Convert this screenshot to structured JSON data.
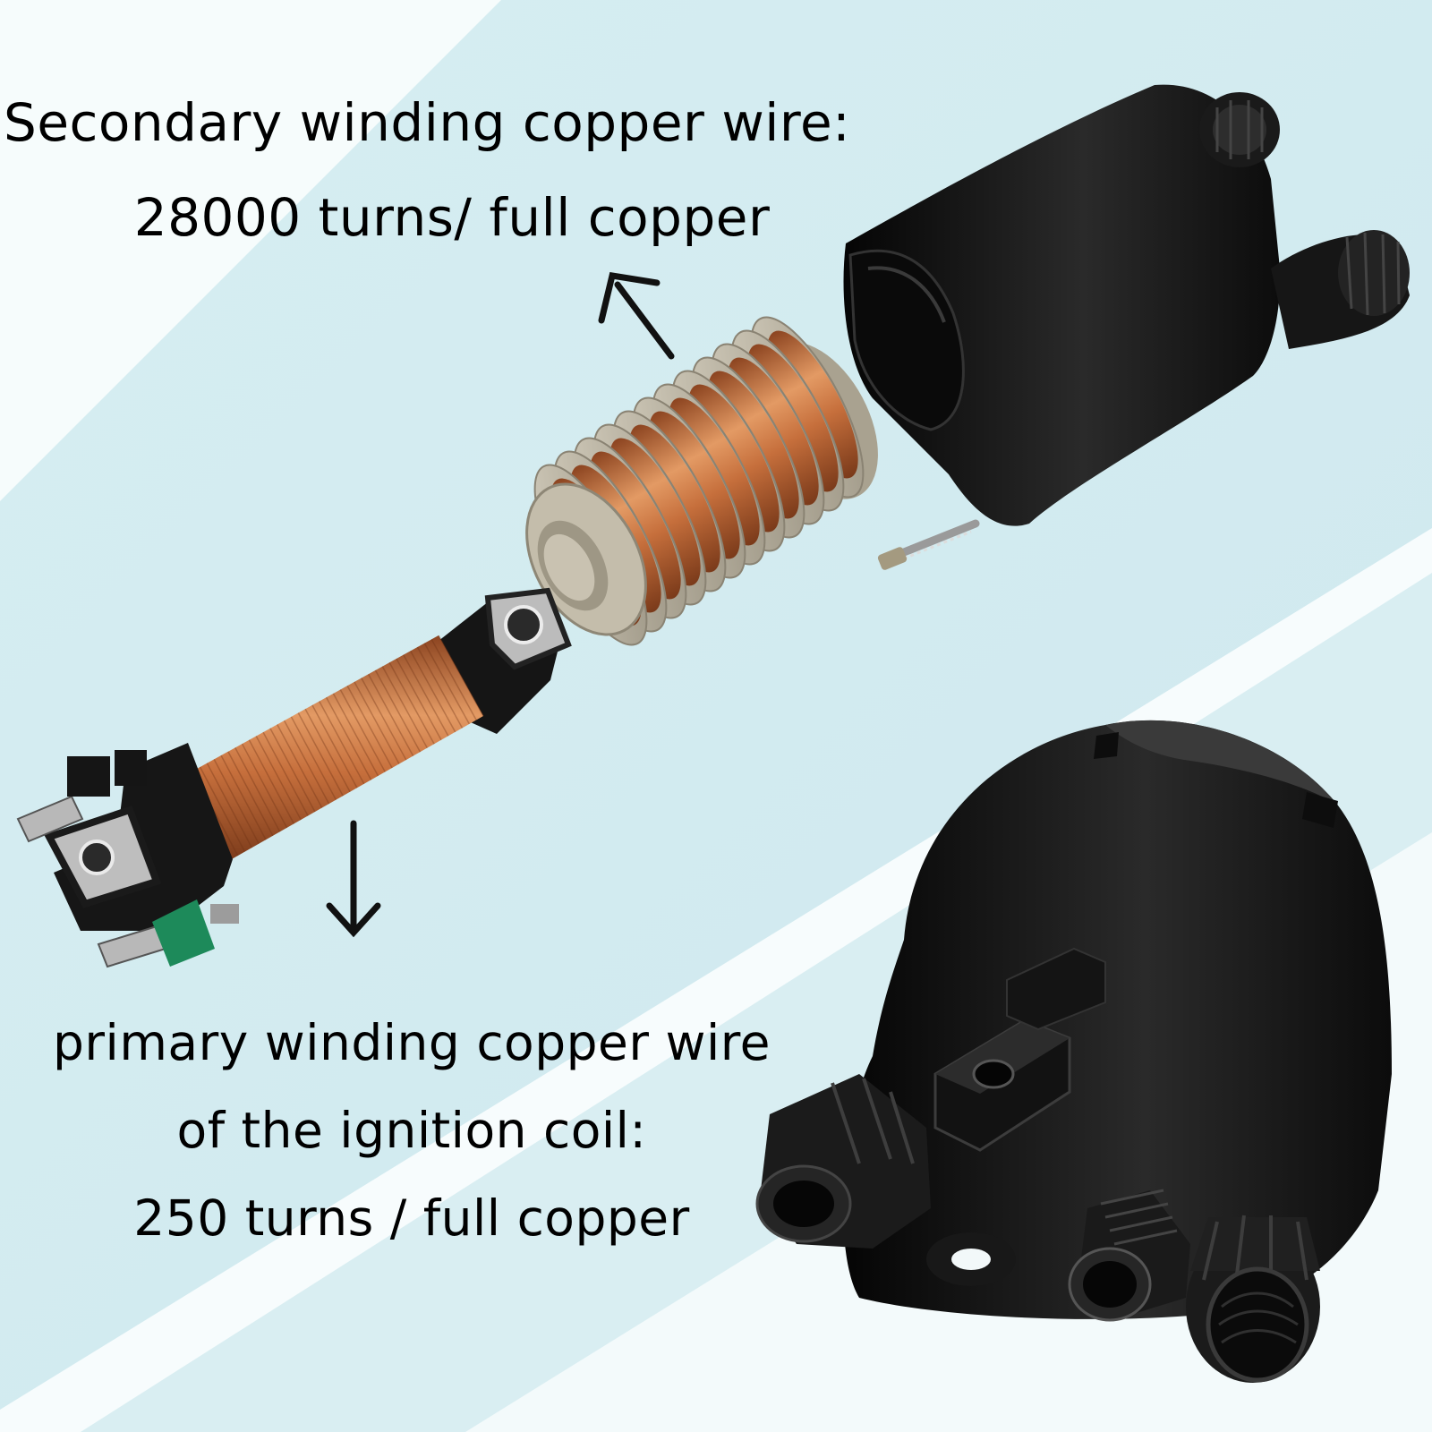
{
  "captions": {
    "secondary_line1": "Secondary winding copper wire:",
    "secondary_line2": "28000 turns/ full copper",
    "primary_line1": "primary winding copper wire",
    "primary_line2": "of the ignition coil:",
    "primary_line3": "250 turns / full copper"
  },
  "colors": {
    "background_light": "#f4fbfb",
    "background_blue": "#d4ecf0",
    "copper": "#c66f3c",
    "bobbin_gray": "#b9b2a0",
    "housing_black": "#161616",
    "terminal_green": "#1d8a5a"
  },
  "icons": {
    "arrow_up": "arrow-up-left-icon",
    "arrow_down": "arrow-down-icon"
  }
}
